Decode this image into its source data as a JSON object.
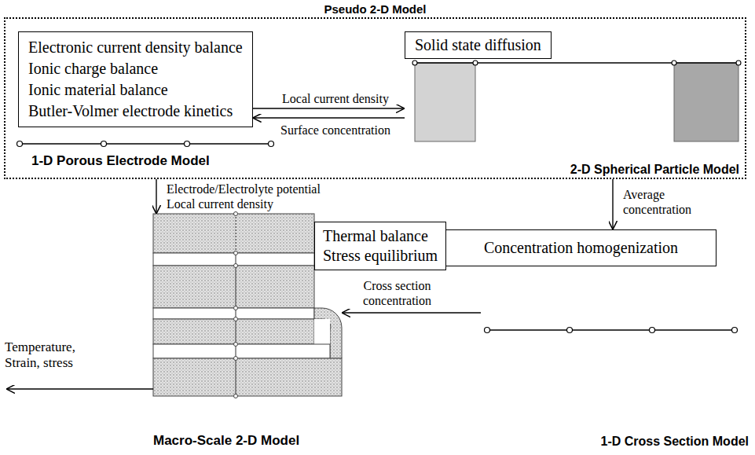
{
  "diagram": {
    "nodes": [
      {
        "text": [
          "Pseudo 2-D Model"
        ]
      },
      {
        "text": [
          "Electronic current density balance",
          "Ionic charge balance",
          "Ionic material balance",
          "Butler-Volmer electrode kinetics"
        ],
        "in": 0
      },
      {
        "text": [
          "2-D Spherical Particle Model"
        ],
        "in": 0
      },
      {
        "text": [
          "Solid state diffusion"
        ],
        "in": 2
      },
      {
        "text": [
          "Macro-Scale 2-D Model"
        ]
      },
      {
        "text": [
          "Thermal balance",
          "Stress equilibrium"
        ]
      },
      {
        "text": [
          "Concentration homogenization"
        ]
      },
      {
        "text": [
          "1-D Cross Section Model"
        ]
      }
    ],
    "edges": [
      {
        "from": 1,
        "to": 2,
        "label": "Local current density",
        "arrow": "to"
      },
      {
        "from": 2,
        "to": 1,
        "label": "Surface concentration",
        "arrow": "to"
      },
      {
        "from": 0,
        "to": 4,
        "label": "Electrode/Electrolyte potential Local current density",
        "arrow": "to"
      },
      {
        "from": 0,
        "to": 6,
        "label": "Average concentration",
        "arrow": "to"
      },
      {
        "from": 7,
        "to": 4,
        "label": "Cross section concentration",
        "arrow": "to"
      }
    ],
    "labels": [
      "1-D Porous Electrode Model",
      "Temperature, Strain, stress"
    ]
  }
}
